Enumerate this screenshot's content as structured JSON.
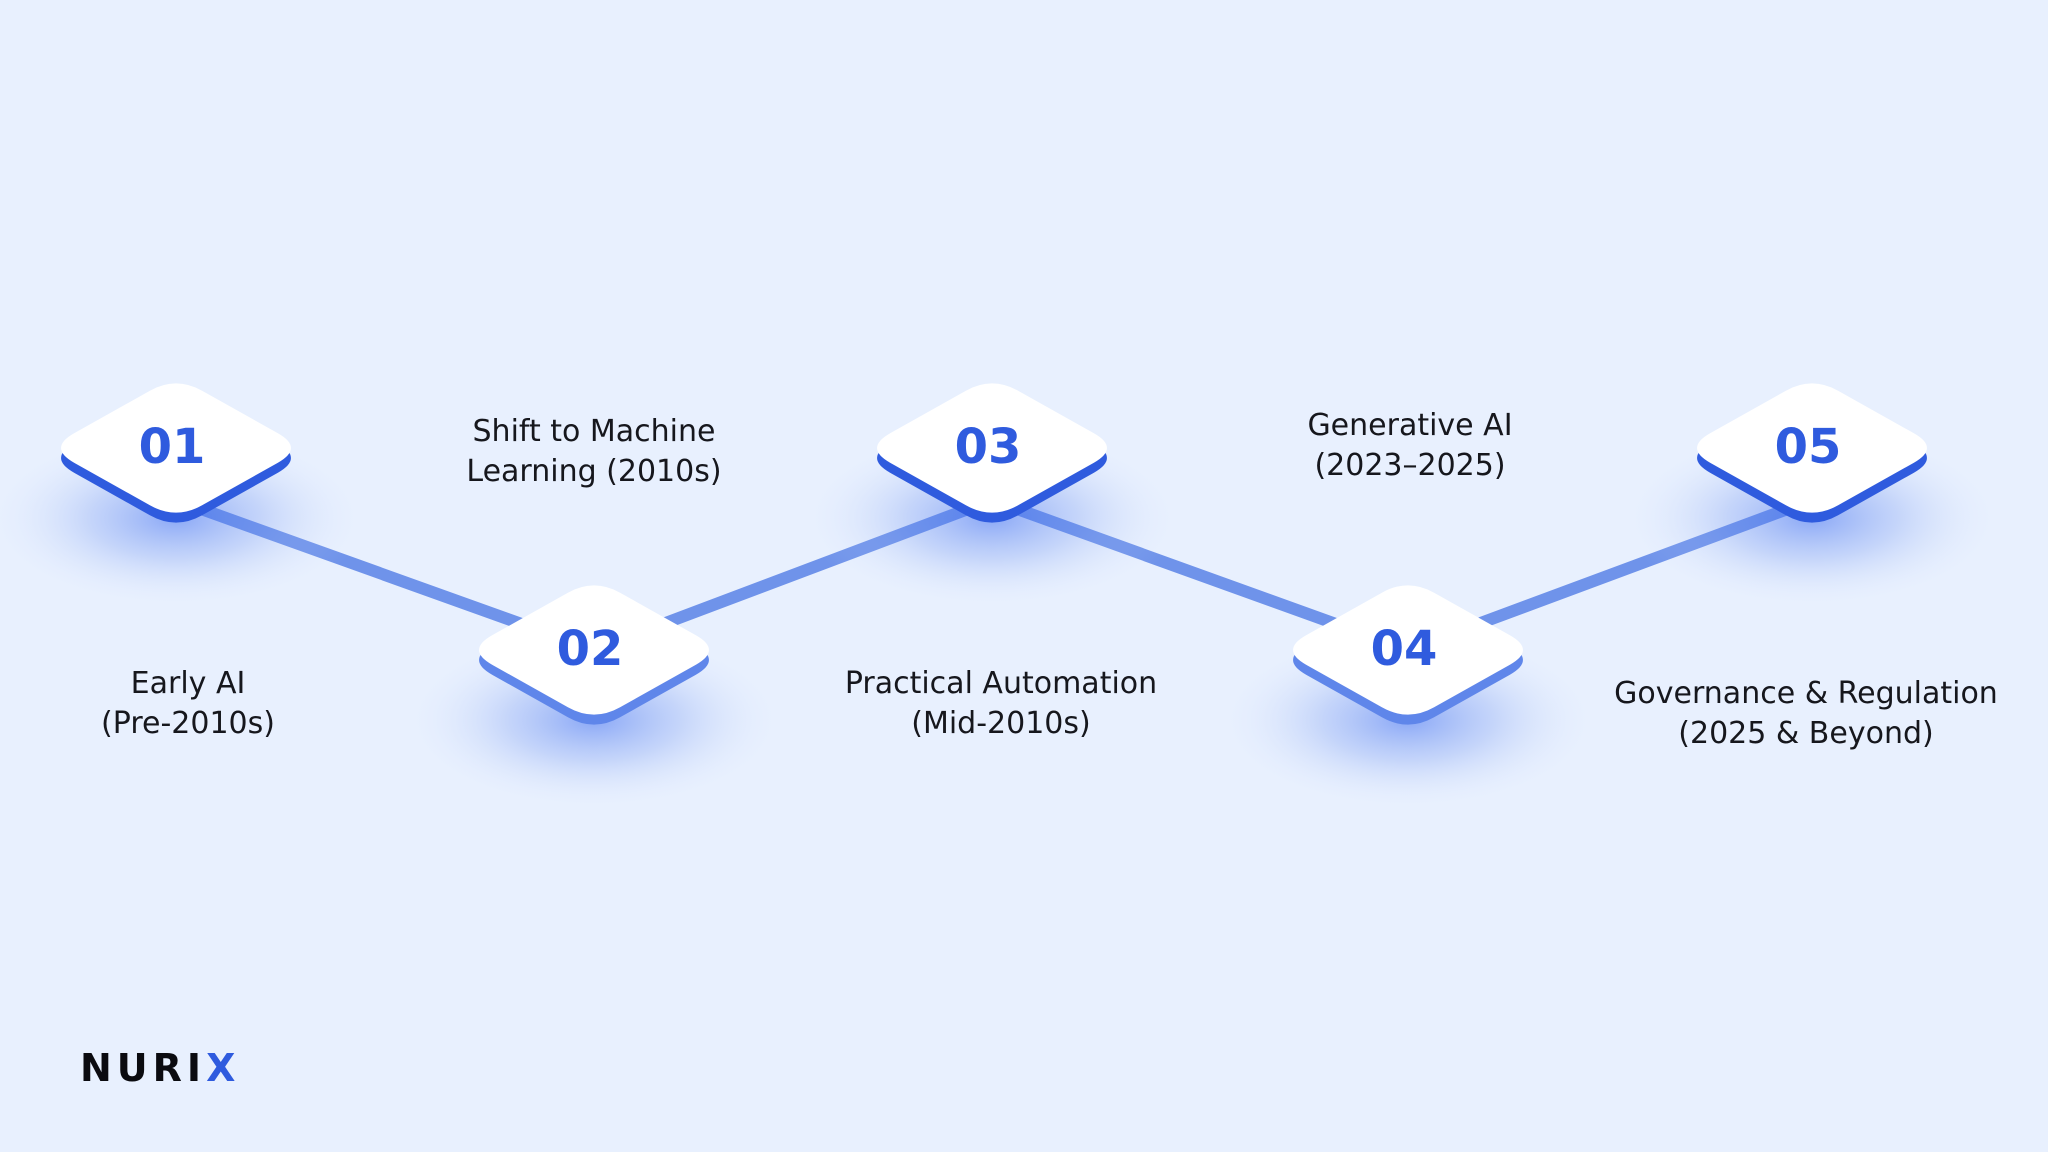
{
  "colors": {
    "background": "#e8f0fe",
    "accent": "#2f5bde",
    "connector": "#6f93ea",
    "node_face": "#ffffff",
    "text": "#16171d"
  },
  "steps": [
    {
      "number": "01",
      "lines": [
        "Early AI",
        "(Pre-2010s)"
      ]
    },
    {
      "number": "02",
      "lines": [
        "Shift to Machine",
        "Learning (2010s)"
      ]
    },
    {
      "number": "03",
      "lines": [
        "Practical Automation",
        "(Mid-2010s)"
      ]
    },
    {
      "number": "04",
      "lines": [
        "Generative AI",
        "(2023–2025)"
      ]
    },
    {
      "number": "05",
      "lines": [
        "Governance & Regulation",
        "(2025 & Beyond)"
      ]
    }
  ],
  "logo": {
    "text_main": "NURI",
    "text_mark": "X"
  }
}
